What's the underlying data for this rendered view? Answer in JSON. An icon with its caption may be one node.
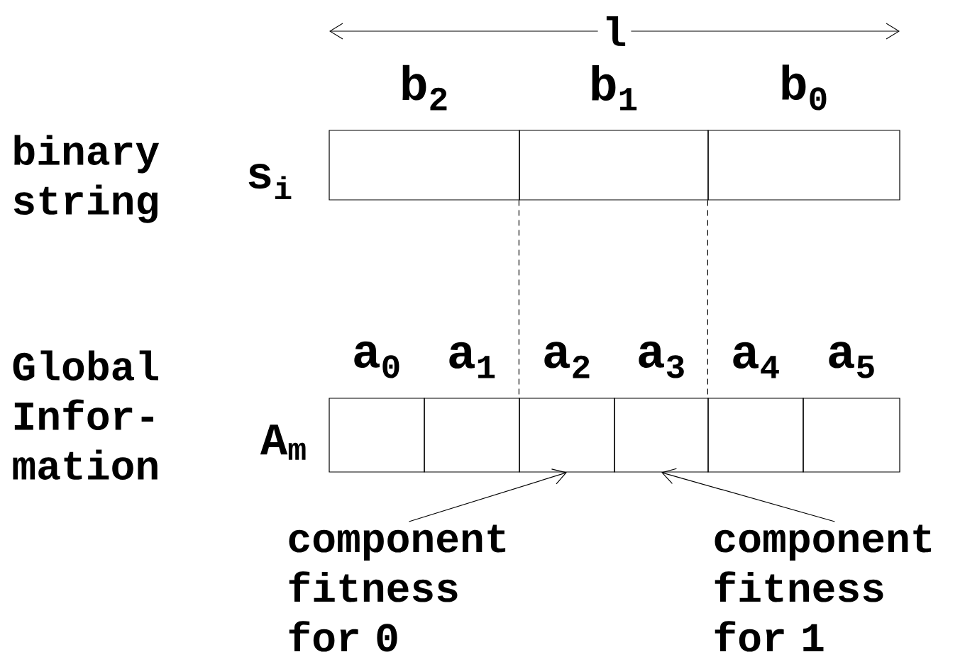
{
  "diagram": {
    "nodes": [
      {
        "text": [],
        "shape": "box",
        "beside": [
          "b$_{2}$"
        ]
      },
      {
        "text": [],
        "shape": "box",
        "beside": [
          "b$_{1}$"
        ]
      },
      {
        "text": [],
        "shape": "box",
        "beside": [
          "b$_{0}$"
        ]
      },
      {
        "text": [],
        "shape": "box",
        "beside": [
          "a$_{0}$"
        ]
      },
      {
        "text": [],
        "shape": "box",
        "beside": [
          "a$_{1}$"
        ]
      },
      {
        "text": [],
        "shape": "box",
        "beside": [
          "a$_{2}$"
        ]
      },
      {
        "text": [],
        "shape": "box",
        "beside": [
          "a$_{3}$"
        ]
      },
      {
        "text": [],
        "shape": "box",
        "beside": [
          "a$_{4}$"
        ]
      },
      {
        "text": [],
        "shape": "box",
        "beside": [
          "a$_{5}$"
        ]
      },
      {
        "text": [
          "component fitness for 0"
        ]
      },
      {
        "text": [
          "component fitness for 1"
        ]
      }
    ],
    "edges": [
      {
        "from": 1,
        "to": 5,
        "arrow": "none",
        "style": "dashed"
      },
      {
        "from": 2,
        "to": 7,
        "arrow": "none",
        "style": "dashed"
      },
      {
        "from": 9,
        "to": 5,
        "arrow": "to"
      },
      {
        "from": 10,
        "to": 6,
        "arrow": "to"
      }
    ],
    "labels": [
      "l",
      "binary string",
      "s$_{i}$",
      "Global Infor- mation",
      "A$_{m}$"
    ]
  }
}
